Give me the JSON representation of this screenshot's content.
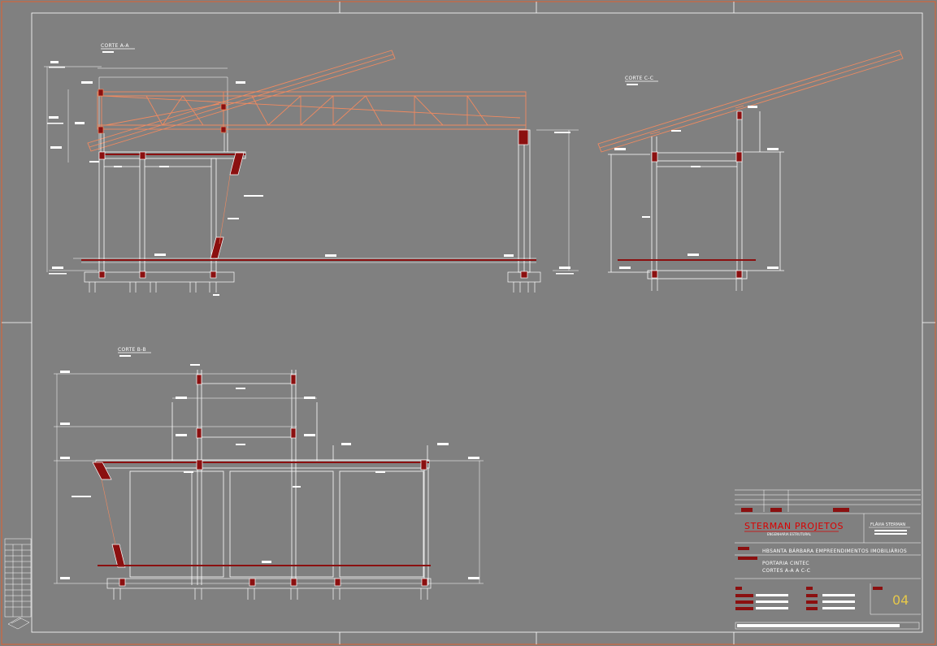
{
  "views": {
    "section_aa": {
      "title": "CORTE A-A"
    },
    "section_cc": {
      "title": "CORTE C-C"
    },
    "section_bb": {
      "title": "CORTE B-B"
    }
  },
  "title_block": {
    "company": "STERMAN PROJETOS",
    "company_subtitle": "ENGENHARIA ESTRUTURAL",
    "engineer": "FLÁVIA STERMAN",
    "client": "HBSANTA BÁRBARA EMPREENDIMENTOS IMOBILIÁRIOS",
    "project_line1": "PORTARIA CINTEC",
    "project_line2": "CORTES A-A A C-C",
    "sheet_number": "04"
  },
  "colors": {
    "background": "#808080",
    "linework": "#ffffff",
    "truss": "#f08a60",
    "concrete": "#8b1010",
    "brand": "#d90000",
    "sheet_number": "#e6c84a"
  }
}
